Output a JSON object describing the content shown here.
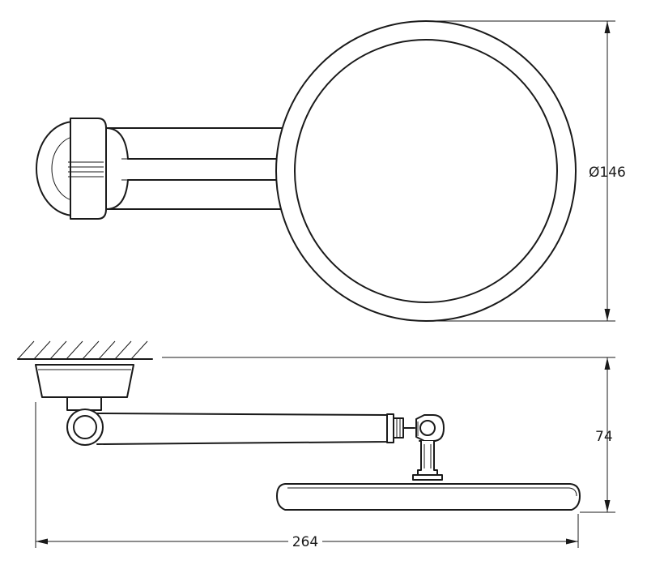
{
  "drawing": {
    "dimensions": {
      "diameter": "Ø146",
      "height": "74",
      "width": "264"
    }
  }
}
